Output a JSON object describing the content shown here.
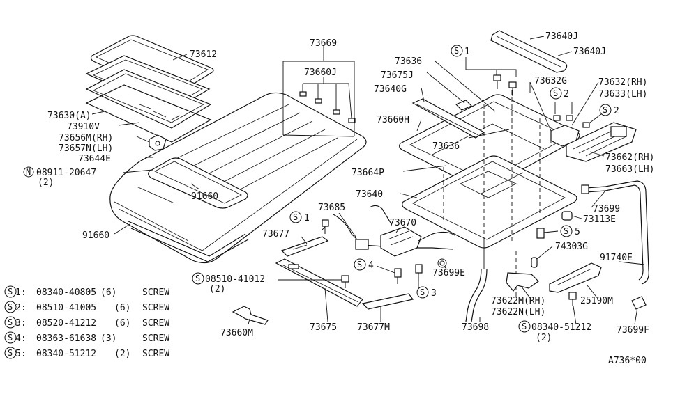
{
  "callouts": {
    "c73612": "73612",
    "c73669": "73669",
    "c73660J": "73660J",
    "c73630A": "73630(A)",
    "c73910V": "73910V",
    "c73656M": "73656M(RH)",
    "c73657N": "73657N(LH)",
    "c73644E": "73644E",
    "c08911": "08911-20647",
    "c08911qty": "(2)",
    "c91660a": "91660",
    "c91660b": "91660",
    "c73636a": "73636",
    "c73675J": "73675J",
    "c73640G": "73640G",
    "c73660H": "73660H",
    "c73636b": "73636",
    "c73664P": "73664P",
    "c73640": "73640",
    "c73640Ja": "73640J",
    "c73640Jb": "73640J",
    "c73632G": "73632G",
    "c73632RH": "73632(RH)",
    "c73633LH": "73633(LH)",
    "c73662RH": "73662(RH)",
    "c73663LH": "73663(LH)",
    "c73699": "73699",
    "c73113E": "73113E",
    "c74303G": "74303G",
    "c91740E": "91740E",
    "c73685": "73685",
    "c73670": "73670",
    "c73699E": "73699E",
    "c73677": "73677",
    "c08510": "08510-41012",
    "c08510qty": "(2)",
    "c73675": "73675",
    "c73677M": "73677M",
    "c73660M": "73660M",
    "c73698": "73698",
    "c73622M": "73622M(RH)",
    "c73622N": "73622N(LH)",
    "c08340": "08340-51212",
    "c08340qty": "(2)",
    "c25190M": "25190M",
    "c73699F": "73699F"
  },
  "markers": {
    "s1a": "1",
    "s2a": "2",
    "s2b": "2",
    "s1b": "1",
    "s4": "4",
    "s3": "3",
    "s5": "5",
    "s_08510": "S",
    "s_08340": "S",
    "n_08911": "N"
  },
  "legend": [
    {
      "num": "1",
      "part": "08340-40805",
      "qty": "(6)",
      "desc": "SCREW"
    },
    {
      "num": "2",
      "part": "08510-41005",
      "qty": "(6)",
      "desc": "SCREW"
    },
    {
      "num": "3",
      "part": "08520-41212",
      "qty": "(6)",
      "desc": "SCREW"
    },
    {
      "num": "4",
      "part": "08363-61638",
      "qty": "(3)",
      "desc": "SCREW"
    },
    {
      "num": "5",
      "part": "08340-51212",
      "qty": "(2)",
      "desc": "SCREW"
    }
  ],
  "diagram_code": "A736*00"
}
